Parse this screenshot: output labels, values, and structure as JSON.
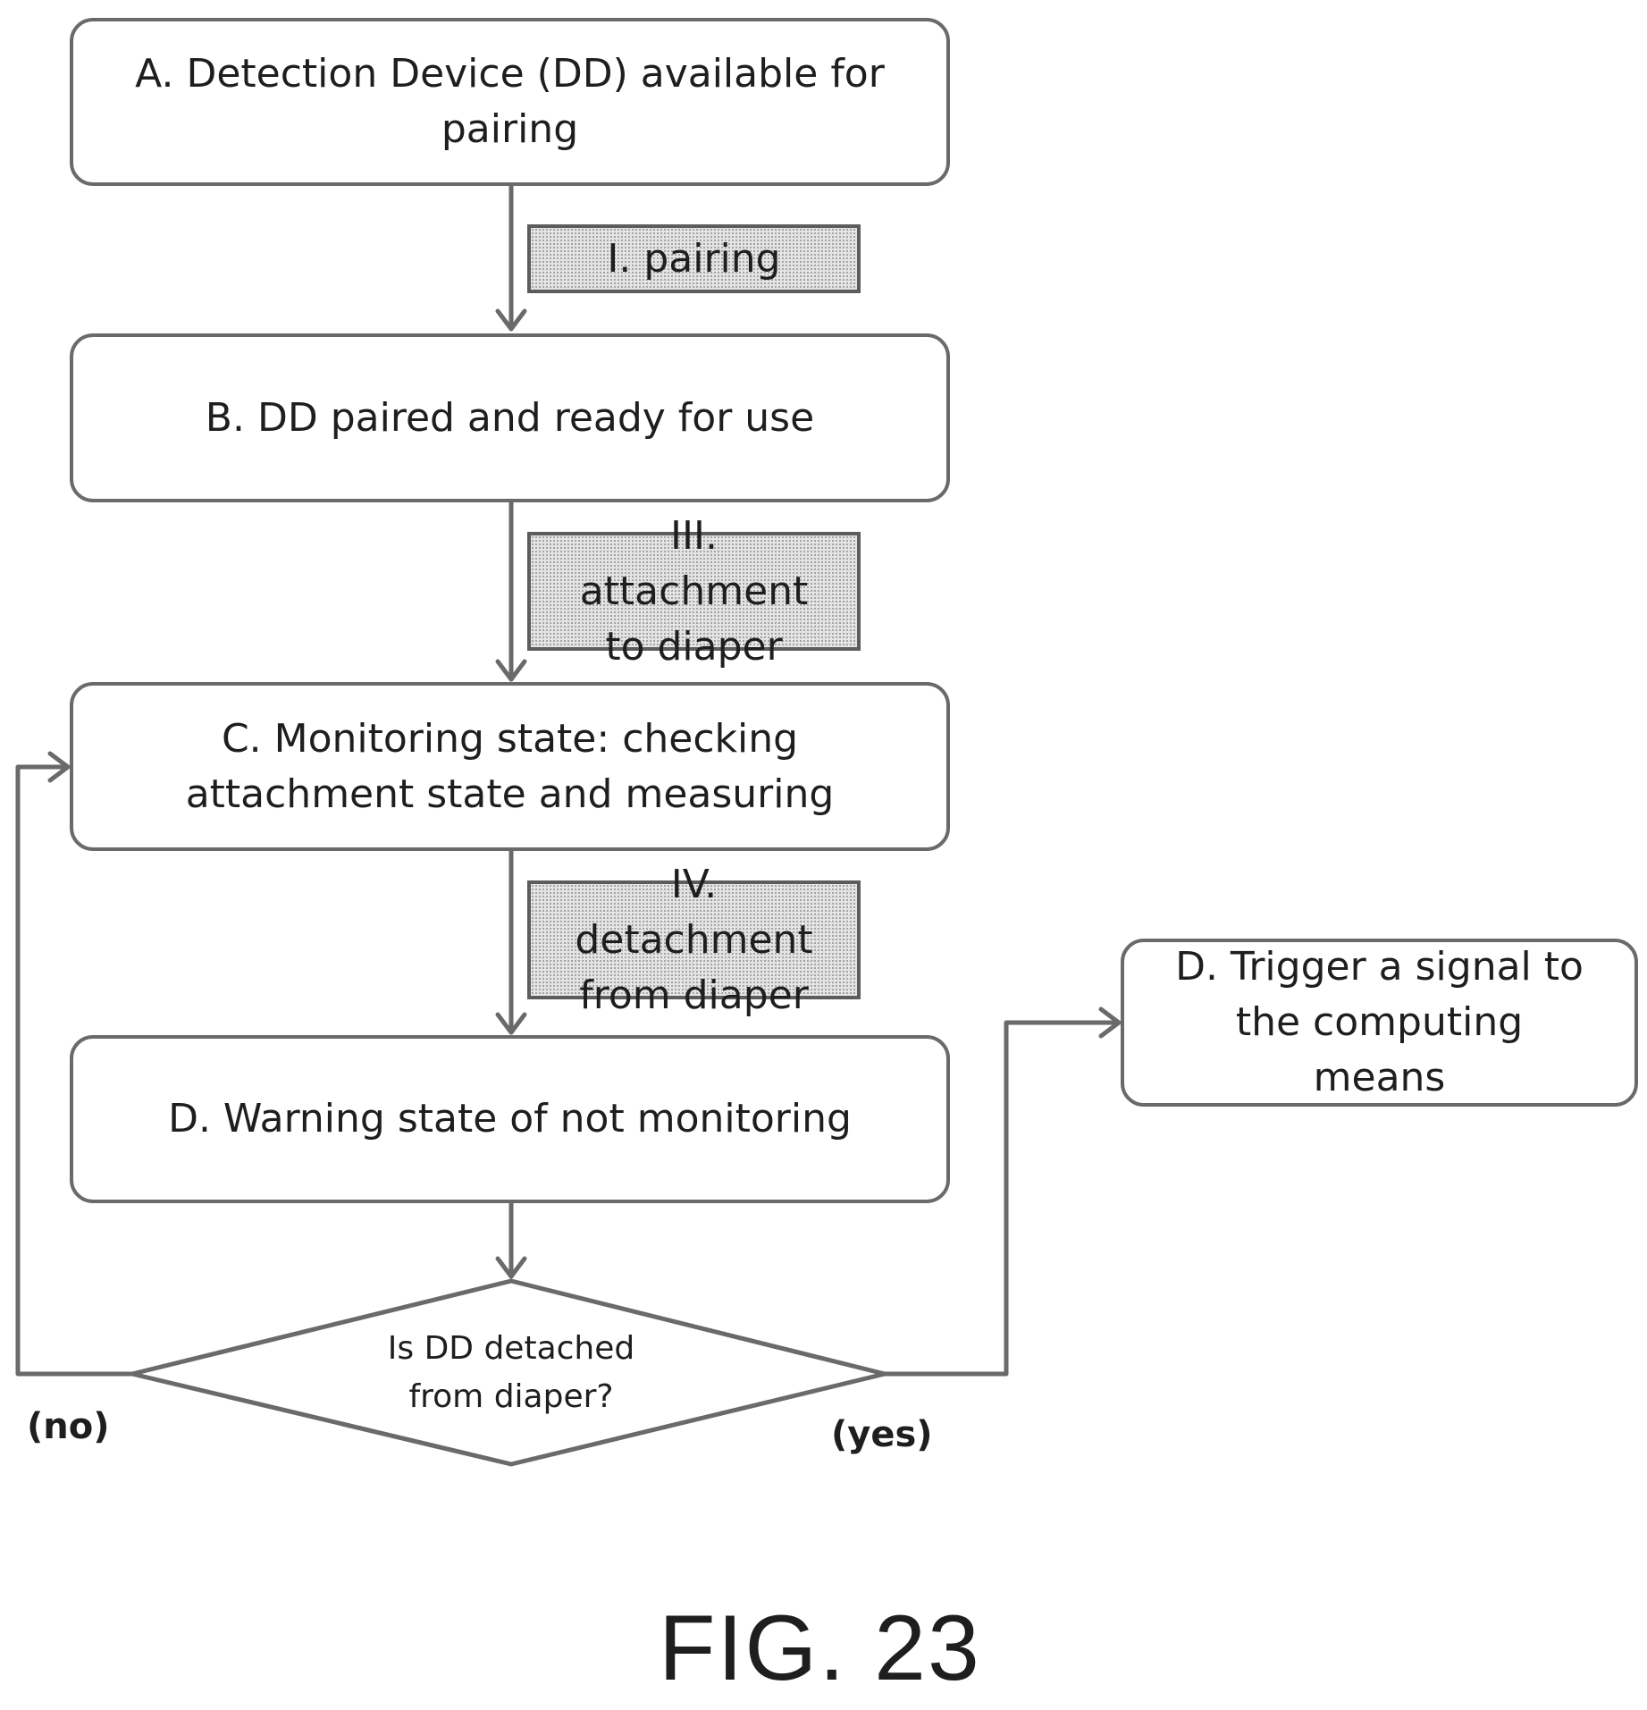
{
  "states": {
    "a": "A. Detection Device (DD) available for pairing",
    "b": "B. DD paired and ready for use",
    "c": "C. Monitoring state: checking attachment state and measuring",
    "d_warning": "D. Warning state of not monitoring",
    "d_trigger": "D. Trigger a signal to the computing means"
  },
  "transitions": {
    "pairing": "I. pairing",
    "attachment": "III. attachment to diaper",
    "detachment": "IV. detachment from diaper"
  },
  "decision": {
    "question": "Is DD detached from diaper?",
    "no": "(no)",
    "yes": "(yes)"
  },
  "figure_label": "FIG. 23"
}
